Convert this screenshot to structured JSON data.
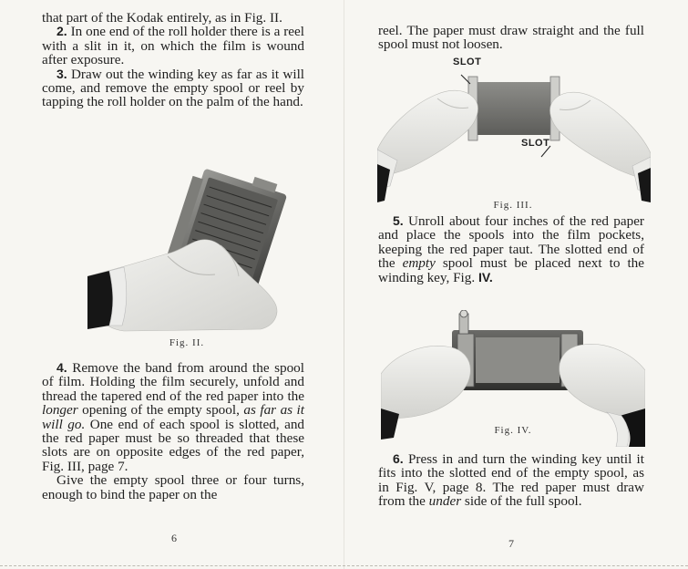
{
  "left_page": {
    "para_top": "that part of the Kodak entirely, as in Fig. II.",
    "para_2_num": "2.",
    "para_2": "In one end of the roll holder there is a reel with a slit in it, on which the film is wound after exposure.",
    "para_3_num": "3.",
    "para_3": "Draw out the winding key as far as it will come, and remove the empty spool or reel by tapping the roll holder on the palm of the hand.",
    "figure_caption": "Fig. II.",
    "para_4_num": "4.",
    "para_4_a": "Remove the band from around the spool of film. Holding the film securely, unfold and thread the tapered end of the red paper into the",
    "para_4_em1": "longer",
    "para_4_b": "opening of the empty spool,",
    "para_4_em2": "as far as it will go.",
    "para_4_c": "One end of each spool is slotted, and the red paper must be so threaded that these slots are on opposite edges of the red paper, Fig. III, page 7.",
    "para_give": "Give the empty spool three or four turns, enough to bind the paper on the",
    "page_number": "6"
  },
  "right_page": {
    "para_top": "reel. The paper must draw straight and the full spool must not loosen.",
    "slot_label_top": "SLOT",
    "slot_label_bottom": "SLOT",
    "figure_3_caption": "Fig. III.",
    "para_5_num": "5.",
    "para_5_a": "Unroll about four inches of the red paper and place the spools into the film pockets, keeping the red paper taut. The slotted end of the",
    "para_5_em": "empty",
    "para_5_b": "spool must be placed next to the winding key, Fig.",
    "para_5_fig": "IV.",
    "figure_4_caption": "Fig. IV.",
    "para_6_num": "6.",
    "para_6": "Press in and turn the winding key until it fits into the slotted end of the empty spool, as in Fig. V, page 8. The red paper must draw from the",
    "para_6_em": "under",
    "para_6_end": "side of the full spool.",
    "page_number": "7"
  }
}
